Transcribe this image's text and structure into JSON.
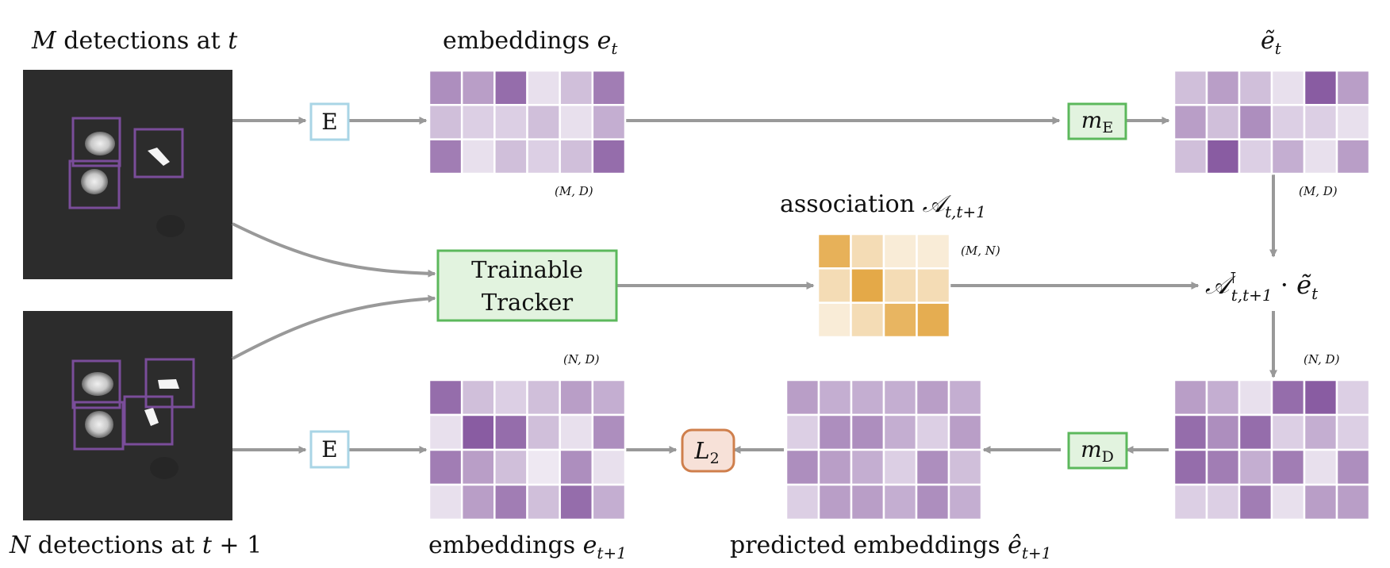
{
  "labels": {
    "frame_t": {
      "var": "M",
      "text": " detections at ",
      "time": "t"
    },
    "frame_t1": {
      "var": "N",
      "text": " detections at ",
      "time": "t",
      "suffix": " + 1"
    },
    "emb_t": {
      "text": "embeddings ",
      "var": "e",
      "sub": "t"
    },
    "emb_t1": {
      "text": "embeddings ",
      "var": "e",
      "sub": "t+1"
    },
    "etilde": {
      "var": "ẽ",
      "sub": "t"
    },
    "assoc": {
      "text": "association ",
      "var": "𝒜",
      "sub": "t,t+1"
    },
    "pred": {
      "text": "predicted embeddings ",
      "var": "ê",
      "sub": "t+1"
    },
    "formula": {
      "A": "𝒜",
      "sup": "⊺",
      "sub": "t,t+1",
      "dot": " · ",
      "e": "ẽ",
      "esub": "t"
    }
  },
  "shapes": {
    "MD_top": "(M, D)",
    "MD_right": "(M, D)",
    "MN": "(M, N)",
    "ND_left": "(N, D)",
    "ND_right": "(N, D)"
  },
  "boxes": {
    "encoder_top": "E",
    "encoder_bottom": "E",
    "tracker_line1": "Trainable",
    "tracker_line2": "Tracker",
    "mE_var": "m",
    "mE_sub": "E",
    "mD_var": "m",
    "mD_sub": "D",
    "loss_var": "L",
    "loss_sub": "2"
  },
  "colors": {
    "arrow": "#999999",
    "encoder_border": "#a9d5e6",
    "green_border": "#5cb85c",
    "green_fill": "#e2f3df",
    "loss_border": "#cf7f4c",
    "loss_fill": "#f7e1d8",
    "detection_box": "#7a4d9a",
    "frame_bg": "#2c2c2c",
    "purple_base": "#7a4896",
    "orange_base": "#e2a23a"
  },
  "matrices": {
    "emb_t": [
      [
        0.6,
        0.5,
        0.8,
        0.1,
        0.3,
        0.7
      ],
      [
        0.3,
        0.2,
        0.2,
        0.3,
        0.1,
        0.4
      ],
      [
        0.7,
        0.1,
        0.3,
        0.2,
        0.3,
        0.8
      ]
    ],
    "etilde_t": [
      [
        0.3,
        0.5,
        0.3,
        0.1,
        0.9,
        0.5
      ],
      [
        0.5,
        0.3,
        0.6,
        0.2,
        0.2,
        0.1
      ],
      [
        0.3,
        0.9,
        0.2,
        0.4,
        0.1,
        0.5
      ]
    ],
    "emb_t1": [
      [
        0.8,
        0.3,
        0.2,
        0.3,
        0.5,
        0.4
      ],
      [
        0.1,
        0.9,
        0.8,
        0.3,
        0.1,
        0.6
      ],
      [
        0.7,
        0.5,
        0.3,
        0.05,
        0.6,
        0.1
      ],
      [
        0.1,
        0.5,
        0.7,
        0.3,
        0.8,
        0.4
      ]
    ],
    "pred": [
      [
        0.5,
        0.4,
        0.4,
        0.4,
        0.5,
        0.4
      ],
      [
        0.2,
        0.6,
        0.6,
        0.4,
        0.2,
        0.5
      ],
      [
        0.6,
        0.5,
        0.4,
        0.2,
        0.6,
        0.3
      ],
      [
        0.2,
        0.5,
        0.5,
        0.4,
        0.6,
        0.4
      ]
    ],
    "right_bottom": [
      [
        0.5,
        0.4,
        0.1,
        0.8,
        0.9,
        0.2
      ],
      [
        0.8,
        0.6,
        0.8,
        0.2,
        0.4,
        0.2
      ],
      [
        0.8,
        0.7,
        0.4,
        0.7,
        0.1,
        0.6
      ],
      [
        0.2,
        0.2,
        0.7,
        0.1,
        0.5,
        0.5
      ]
    ],
    "assoc": [
      [
        0.85,
        0.3,
        0.1,
        0.1
      ],
      [
        0.3,
        0.95,
        0.3,
        0.3
      ],
      [
        0.1,
        0.3,
        0.8,
        0.9
      ]
    ]
  }
}
